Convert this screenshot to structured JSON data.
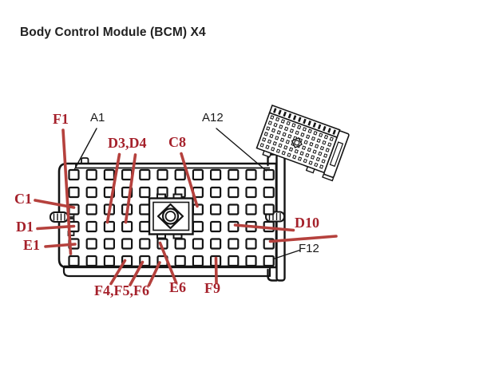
{
  "title": "Body Control Module (BCM) X4",
  "colors": {
    "label_red": "#A5212B",
    "leader_red": "#B5413D",
    "ink": "#141414",
    "background": "#FFFFFF"
  },
  "connector": {
    "rows": [
      "A",
      "B",
      "C",
      "D",
      "E",
      "F"
    ],
    "columns": 12,
    "hidden_pins": [
      "C6",
      "C7",
      "D6",
      "D7"
    ]
  },
  "callouts": {
    "f1": {
      "label": "F1",
      "color": "red"
    },
    "a1": {
      "label": "A1",
      "color": "black"
    },
    "d3d4": {
      "label": "D3,D4",
      "color": "red"
    },
    "c8": {
      "label": "C8",
      "color": "red"
    },
    "a12": {
      "label": "A12",
      "color": "black"
    },
    "c1": {
      "label": "C1",
      "color": "red"
    },
    "d1": {
      "label": "D1",
      "color": "red"
    },
    "e1": {
      "label": "E1",
      "color": "red"
    },
    "d10": {
      "label": "D10",
      "color": "red"
    },
    "f12": {
      "label": "F12",
      "color": "black"
    },
    "f4f5f6": {
      "label": "F4,F5,F6",
      "color": "red"
    },
    "e6": {
      "label": "E6",
      "color": "red"
    },
    "f9": {
      "label": "F9",
      "color": "red"
    }
  }
}
